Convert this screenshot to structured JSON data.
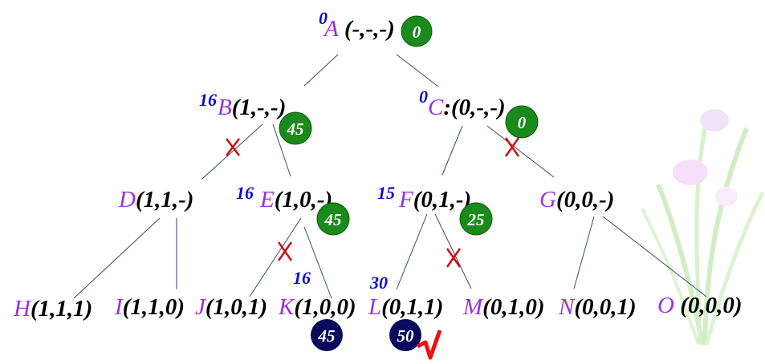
{
  "nodes": {
    "A": {
      "letter": "A",
      "tuple": " (-,-,-)",
      "weight": "0",
      "bound": "0"
    },
    "B": {
      "letter": "B",
      "tuple": "(1,-,-)",
      "weight": "16",
      "bound": "45"
    },
    "C": {
      "letter": "C",
      "tuple": ":(0,-,-)",
      "weight": "0",
      "bound": "0"
    },
    "D": {
      "letter": "D",
      "tuple": "(1,1,-)"
    },
    "E": {
      "letter": "E",
      "tuple": "(1,0,-)",
      "weight": "16",
      "bound": "45"
    },
    "F": {
      "letter": "F",
      "tuple": "(0,1,-)",
      "weight": "15",
      "bound": "25"
    },
    "G": {
      "letter": "G",
      "tuple": "(0,0,-)"
    },
    "H": {
      "letter": "H",
      "tuple": "(1,1,1)"
    },
    "I": {
      "letter": "I",
      "tuple": "(1,1,0)"
    },
    "J": {
      "letter": "J",
      "tuple": "(1,0,1)"
    },
    "K": {
      "letter": "K",
      "tuple": "(1,0,0)",
      "weight": "16",
      "value": "45"
    },
    "L": {
      "letter": "L",
      "tuple": "(0,1,1)",
      "weight": "30",
      "value": "50"
    },
    "M": {
      "letter": "M",
      "tuple": "(0,1,0)"
    },
    "N": {
      "letter": "N",
      "tuple": "(0,0,1)"
    },
    "O": {
      "letter": "O",
      "tuple": " (0,0,0)"
    }
  },
  "colors": {
    "letter": "#9b30e0",
    "weight": "#0a0ad0",
    "bound": "#1a8a1a",
    "value": "#0a0a5a",
    "prune": "#cc1010",
    "check": "#ee1010"
  }
}
